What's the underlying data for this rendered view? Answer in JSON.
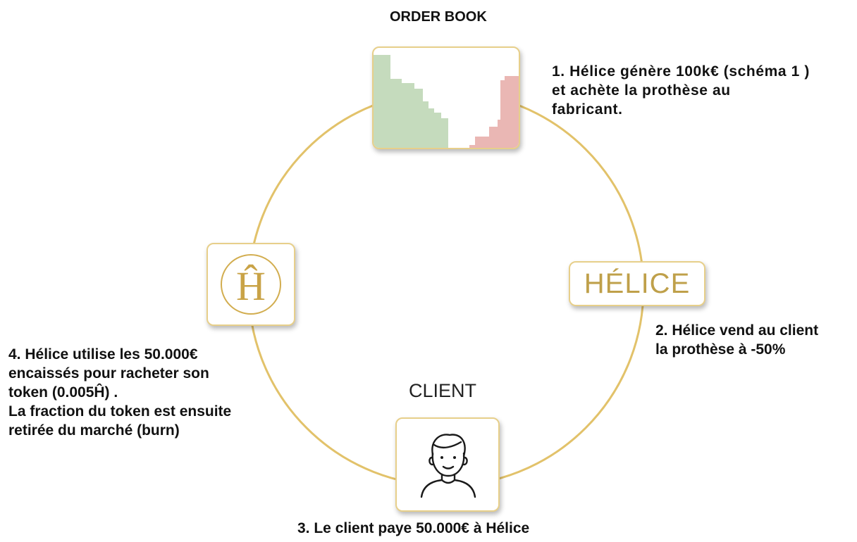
{
  "diagram": {
    "accent_color": "#e2c26a",
    "nodes": {
      "order_book": {
        "title": "ORDER BOOK",
        "bid_color": "#c5dbbd",
        "ask_color": "#eab7b4"
      },
      "helice": {
        "wordmark": "HÉLICE"
      },
      "token": {
        "letter": "Ĥ",
        "icon": "token-logo-icon"
      },
      "client": {
        "title": "CLIENT",
        "icon": "person-avatar-icon"
      }
    },
    "steps": [
      {
        "lines": [
          "1. Hélice génère 100k€ (schéma 1 )",
          "et achète la prothèse au",
          "fabricant."
        ]
      },
      {
        "lines": [
          "2. Hélice vend au client",
          "la prothèse à -50%"
        ]
      },
      {
        "lines": [
          "3. Le client paye 50.000€ à Hélice"
        ]
      },
      {
        "lines": [
          "4. Hélice utilise les 50.000€",
          "encaissés pour racheter son",
          "token (0.005Ĥ) .",
          "La fraction du token est ensuite",
          "retirée du marché (burn)"
        ]
      }
    ]
  }
}
